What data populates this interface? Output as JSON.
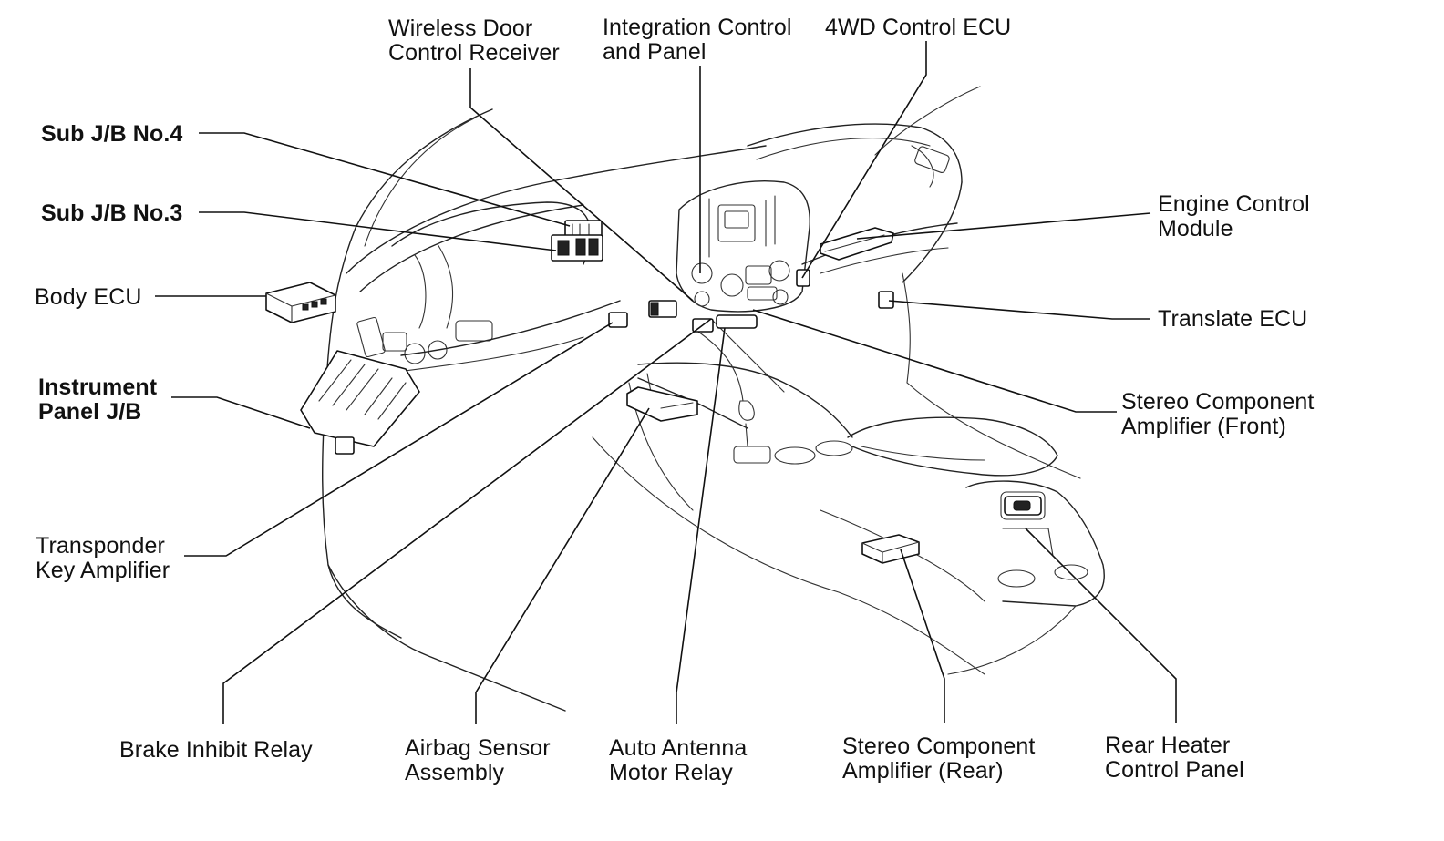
{
  "labels": {
    "wireless_door": [
      "Wireless Door",
      "Control Receiver"
    ],
    "integration_control": [
      "Integration Control",
      "and Panel"
    ],
    "fourwd_ecu": [
      "4WD Control ECU"
    ],
    "sub_jb_4": [
      "Sub J/B No.4"
    ],
    "sub_jb_3": [
      "Sub J/B No.3"
    ],
    "body_ecu": [
      "Body ECU"
    ],
    "instrument_panel_jb": [
      "Instrument",
      "Panel J/B"
    ],
    "transponder": [
      "Transponder",
      "Key Amplifier"
    ],
    "engine_control": [
      "Engine Control",
      "Module"
    ],
    "translate_ecu": [
      "Translate ECU"
    ],
    "stereo_front": [
      "Stereo Component",
      "Amplifier (Front)"
    ],
    "brake_inhibit": [
      "Brake Inhibit Relay"
    ],
    "airbag_sensor": [
      "Airbag Sensor",
      "Assembly"
    ],
    "auto_antenna": [
      "Auto Antenna",
      "Motor Relay"
    ],
    "stereo_rear": [
      "Stereo Component",
      "Amplifier (Rear)"
    ],
    "rear_heater": [
      "Rear Heater",
      "Control Panel"
    ]
  }
}
